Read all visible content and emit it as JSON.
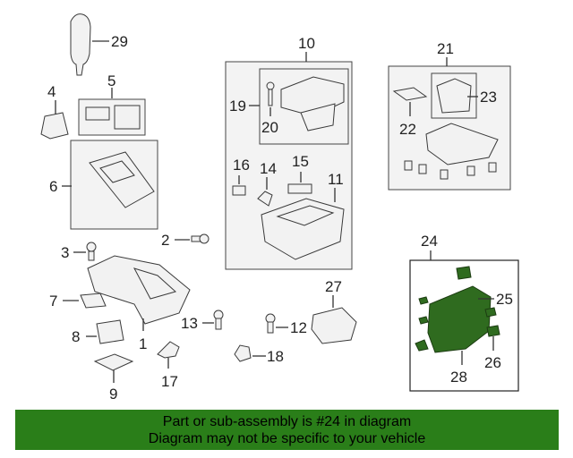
{
  "callouts": {
    "c1": "1",
    "c2": "2",
    "c3": "3",
    "c4": "4",
    "c5": "5",
    "c6": "6",
    "c7": "7",
    "c8": "8",
    "c9": "9",
    "c10": "10",
    "c11": "11",
    "c12": "12",
    "c13": "13",
    "c14": "14",
    "c15": "15",
    "c16": "16",
    "c17": "17",
    "c18": "18",
    "c19": "19",
    "c20": "20",
    "c21": "21",
    "c22": "22",
    "c23": "23",
    "c24": "24",
    "c25": "25",
    "c26": "26",
    "c27": "27",
    "c28": "28",
    "c29": "29"
  },
  "highlight_part": "24",
  "colors": {
    "banner": "#2a7e19",
    "highlight": "#2f6b1f"
  },
  "banner": {
    "line1": "Part or sub-assembly is #24 in diagram",
    "line2": "Diagram may not be specific to your vehicle"
  }
}
